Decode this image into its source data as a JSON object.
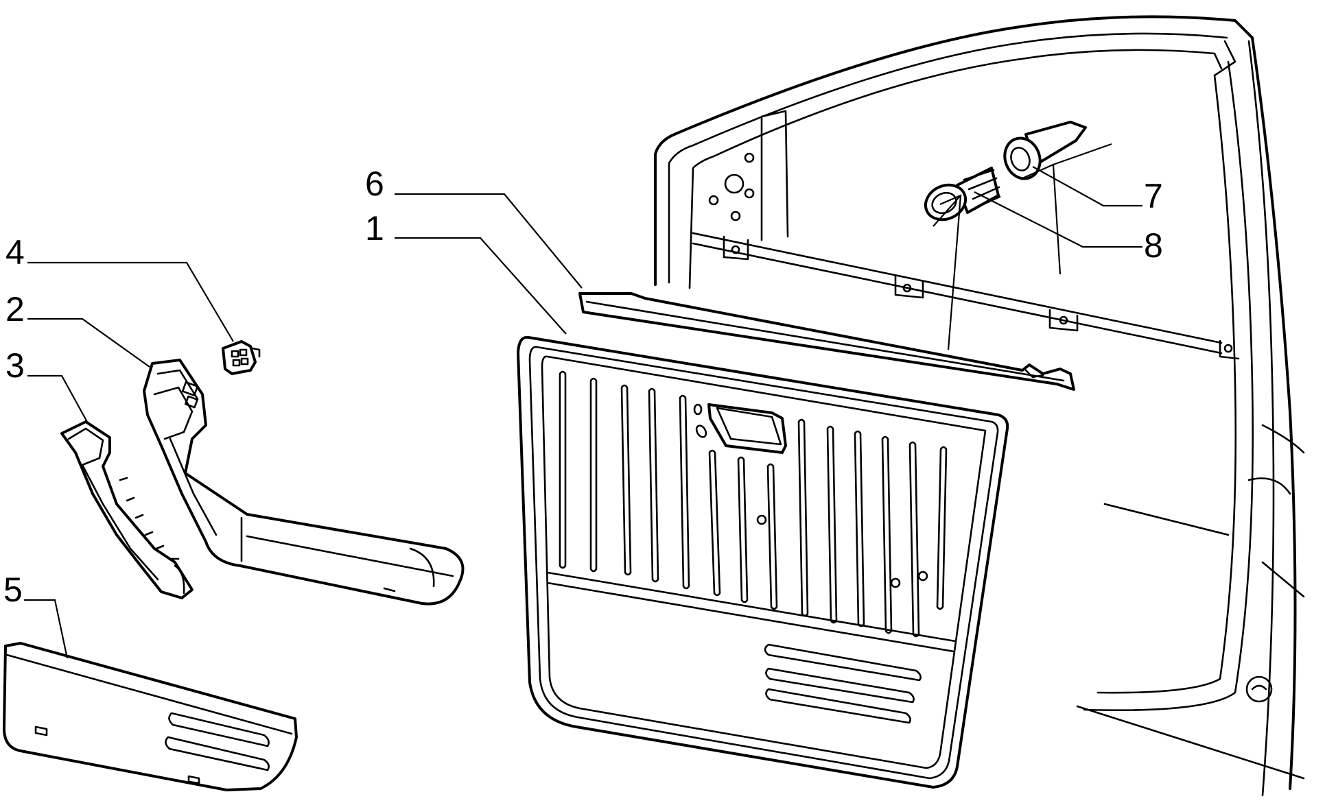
{
  "callouts": [
    {
      "id": "1",
      "label": "1",
      "part": "door-panel"
    },
    {
      "id": "2",
      "label": "2",
      "part": "armrest-handle"
    },
    {
      "id": "3",
      "label": "3",
      "part": "handle-cover"
    },
    {
      "id": "4",
      "label": "4",
      "part": "switch-clip"
    },
    {
      "id": "5",
      "label": "5",
      "part": "door-pocket"
    },
    {
      "id": "6",
      "label": "6",
      "part": "upper-trim-strip"
    },
    {
      "id": "7",
      "label": "7",
      "part": "fastener-pin"
    },
    {
      "id": "8",
      "label": "8",
      "part": "fastener-clip"
    }
  ],
  "colors": {
    "line": "#000000",
    "background": "#ffffff"
  }
}
